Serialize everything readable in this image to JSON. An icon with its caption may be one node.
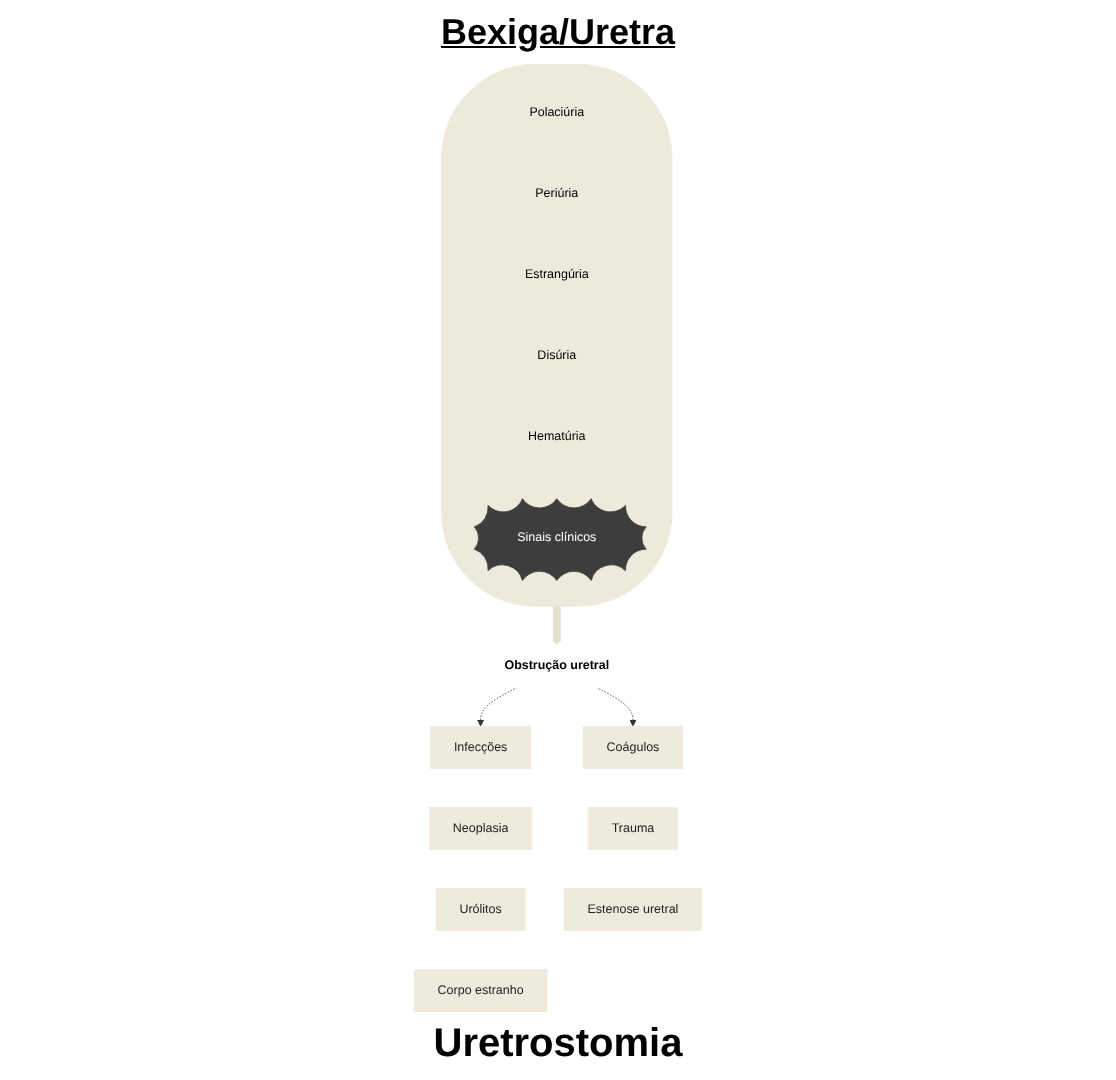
{
  "diagram": {
    "title": "Bexiga/Uretra",
    "caption": "Uretrostomia",
    "nodes": [
      {
        "text": [
          "Polaciúria",
          "Periúria",
          "Estrangúria",
          "Disúria",
          "Hematúria"
        ]
      },
      {
        "text": [
          "Sinais clínicos"
        ],
        "in": 0
      },
      {
        "text": [
          "Obstrução uretral"
        ]
      },
      {
        "text": [
          "Infecções"
        ]
      },
      {
        "text": [
          "Coágulos"
        ]
      },
      {
        "text": [
          "Neoplasia"
        ]
      },
      {
        "text": [
          "Trauma"
        ]
      },
      {
        "text": [
          "Urólitos"
        ]
      },
      {
        "text": [
          "Estenose uretral"
        ]
      },
      {
        "text": [
          "Corpo estranho"
        ]
      }
    ],
    "edges": [
      {
        "from": 0,
        "to": 2,
        "arrow": "to",
        "style": "thick",
        "color": "#e6e0cc"
      },
      {
        "from": 2,
        "to": 3,
        "arrow": "to",
        "style": "dashed"
      },
      {
        "from": 2,
        "to": 4,
        "arrow": "to",
        "style": "dashed"
      }
    ]
  }
}
